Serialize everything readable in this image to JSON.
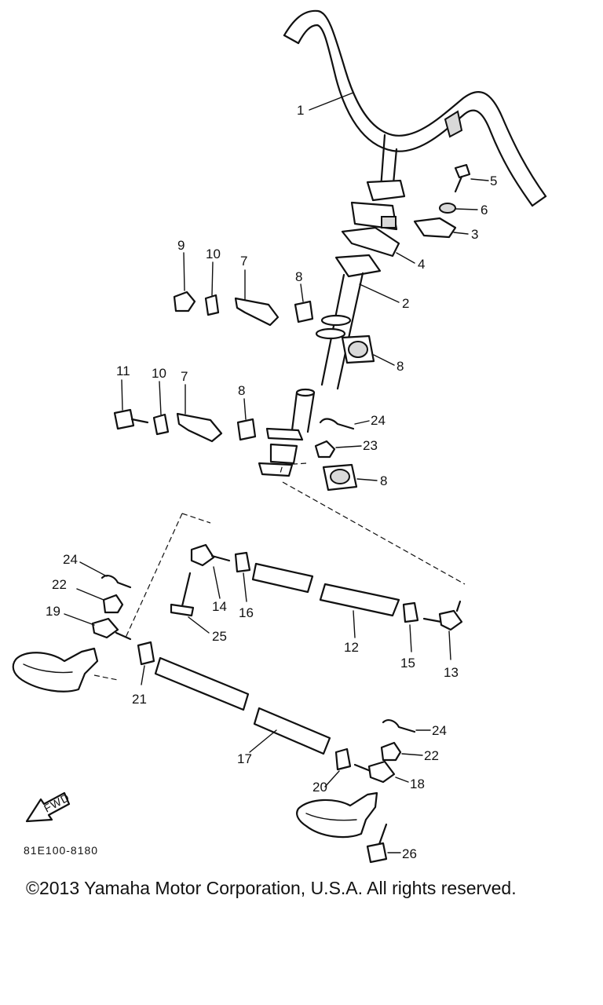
{
  "diagram": {
    "callouts": {
      "p1": "1",
      "p2": "2",
      "p3": "3",
      "p4": "4",
      "p5": "5",
      "p6": "6",
      "p7a": "7",
      "p7b": "7",
      "p8a": "8",
      "p8b": "8",
      "p8c": "8",
      "p8d": "8",
      "p9": "9",
      "p10a": "10",
      "p10b": "10",
      "p11": "11",
      "p12": "12",
      "p13": "13",
      "p14": "14",
      "p15": "15",
      "p16": "16",
      "p17": "17",
      "p18": "18",
      "p19": "19",
      "p20": "20",
      "p21": "21",
      "p22a": "22",
      "p22b": "22",
      "p23": "23",
      "p24a": "24",
      "p24b": "24",
      "p24c": "24",
      "p25": "25",
      "p26": "26"
    },
    "fwd_label": "FWD",
    "diagram_code": "81E100-8180"
  },
  "footer": {
    "copyright": "©2013 Yamaha Motor Corporation, U.S.A. All rights reserved."
  }
}
